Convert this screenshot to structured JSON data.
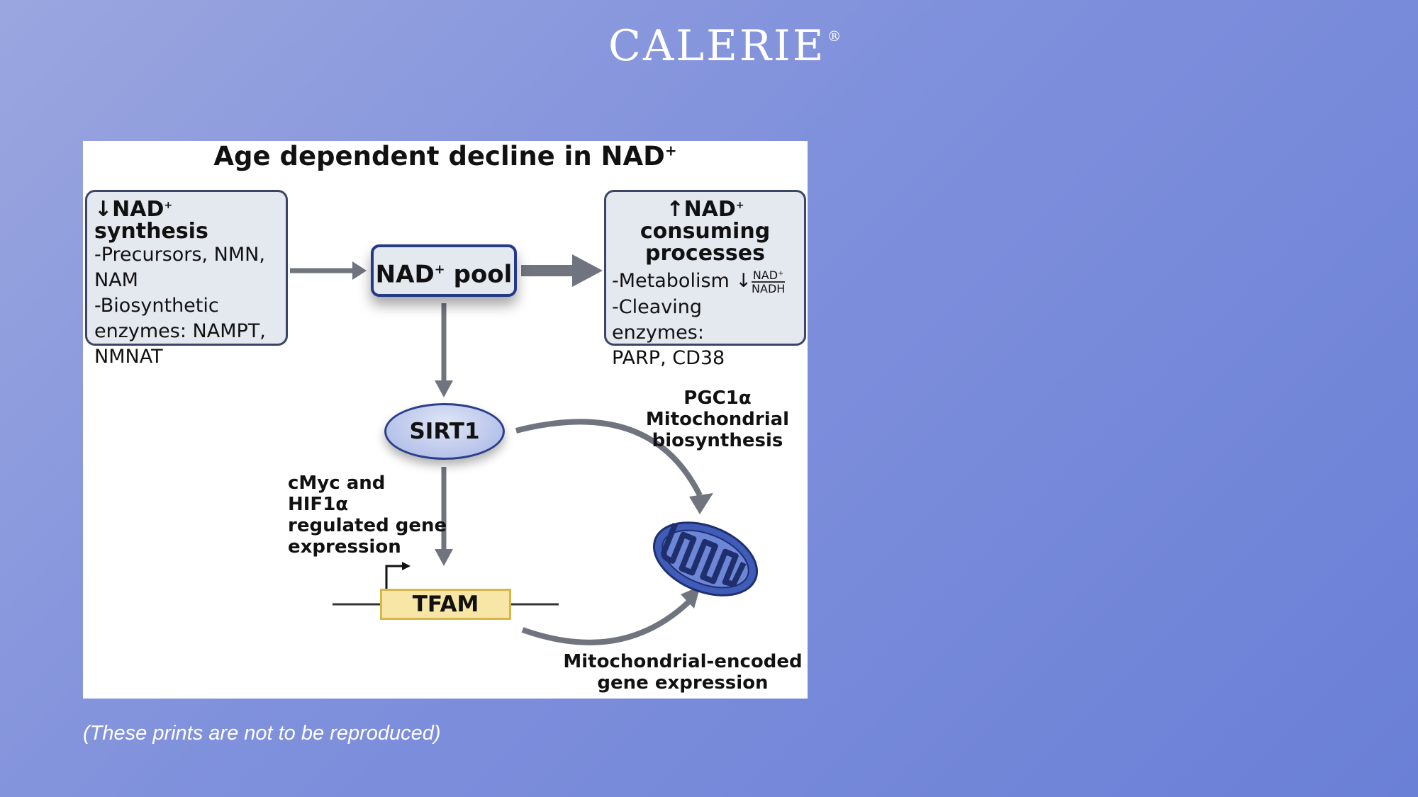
{
  "brand": {
    "name": "CALERIE",
    "mark": "®"
  },
  "figure": {
    "title": "Age dependent decline in NAD",
    "title_sup": "+",
    "synthesis": {
      "arrow": "↓",
      "title": "NAD",
      "title_sup": "+",
      "title_rest": " synthesis",
      "lines": [
        "-Precursors, NMN,",
        "NAM",
        "-Biosynthetic",
        "enzymes: NAMPT,",
        "NMNAT"
      ]
    },
    "consuming": {
      "arrow": "↑",
      "title": "NAD",
      "title_sup": "+",
      "title_rest": " consuming",
      "title_line2": "processes",
      "metabolism": "-Metabolism",
      "ratio_arrow": "↓",
      "ratio_num": "NAD⁺",
      "ratio_den": "NADH",
      "lines": [
        "-Cleaving enzymes:",
        "PARP, CD38"
      ]
    },
    "pool": {
      "label": "NAD",
      "sup": "+",
      "rest": " pool"
    },
    "sirt1": "SIRT1",
    "tfam": "TFAM",
    "pgc": [
      "PGC1α",
      "Mitochondrial",
      "biosynthesis"
    ],
    "cmyc": [
      "cMyc and HIF1α",
      "regulated gene",
      "expression"
    ],
    "mito_gene": [
      "Mitochondrial-encoded",
      "gene expression"
    ],
    "colors": {
      "arrow": "#70747e",
      "pool_border": "#243a86",
      "mito": "#3a56b0",
      "tfam_fill": "#f8e6a6"
    }
  },
  "caption": "(These prints are not  to be reproduced)"
}
